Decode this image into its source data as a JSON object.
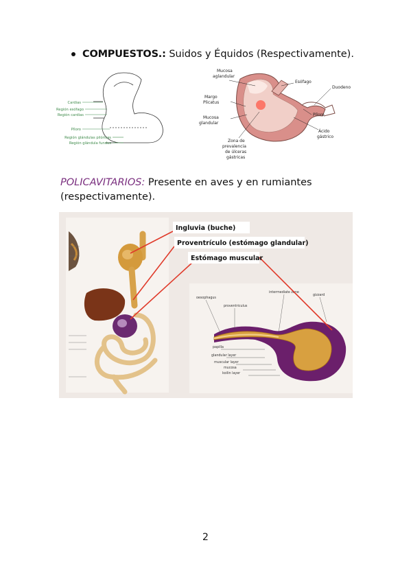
{
  "bullet": {
    "heading": "COMPUESTOS.:",
    "text": " Suidos y Équidos (Respectivamente)."
  },
  "left_diagram": {
    "labels": [
      "Cardias",
      "Región esófago",
      "Región cardias",
      "Píloro",
      "Región glándulas pilóricas",
      "Región glándula fundus"
    ]
  },
  "stomach_diagram": {
    "labels": {
      "mucosa_aglandular": "Mucosa aglandular",
      "esofago": "Esófago",
      "duodeno": "Duodeno",
      "margo_plicatus": "Margo Plicatus",
      "mucosa_glandular": "Mucosa glandular",
      "piloro": "Píloro",
      "acido_gastrico": "Ácido gástrico",
      "zona_ulceras": "Zona de prevalencia de úlceras gástricas"
    }
  },
  "poli": {
    "term": "POLICAVITARIOS:",
    "text": " Presente en aves y en rumiantes (respectivamente)."
  },
  "photo": {
    "callouts": [
      "Ingluvia (buche)",
      "Proventrículo  (estómago glandular)",
      "Estómago muscular"
    ],
    "inset_labels": [
      "oesophagus",
      "intermediate zone",
      "proventriculus",
      "gizzard",
      "papilla",
      "glandular layer",
      "muscular layer",
      "mucosa",
      "koilin layer"
    ]
  },
  "page": {
    "number": "2"
  },
  "colors": {
    "purple_heading": "#7a2f7f",
    "label_green": "#3e8a4a",
    "stomach_pink": "#d98f8a",
    "gizzard_purple": "#6b1f6b",
    "callout_red": "#e03a2a"
  }
}
